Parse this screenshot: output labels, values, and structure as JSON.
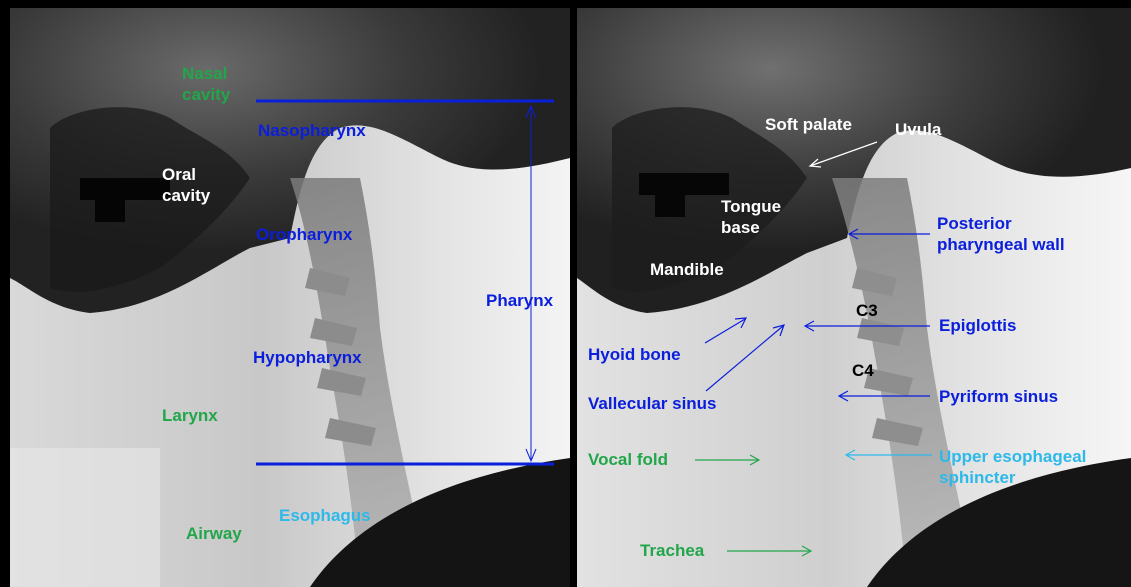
{
  "left_panel": {
    "labels": {
      "nasal_cavity": "Nasal\ncavity",
      "nasopharynx": "Nasopharynx",
      "oral_cavity": "Oral\ncavity",
      "oropharynx": "Oropharynx",
      "pharynx": "Pharynx",
      "hypopharynx": "Hypopharynx",
      "larynx": "Larynx",
      "esophagus": "Esophagus",
      "airway": "Airway"
    }
  },
  "right_panel": {
    "labels": {
      "soft_palate": "Soft palate",
      "uvula": "Uvula",
      "tongue_base": "Tongue\nbase",
      "mandible": "Mandible",
      "posterior_pharyngeal_wall": "Posterior\npharyngeal wall",
      "c3": "C3",
      "epiglottis": "Epiglottis",
      "hyoid_bone": "Hyoid bone",
      "c4": "C4",
      "vallecular_sinus": "Vallecular sinus",
      "pyriform_sinus": "Pyriform sinus",
      "vocal_fold": "Vocal fold",
      "upper_esophageal_sphincter": "Upper esophageal\nsphincter",
      "trachea": "Trachea"
    }
  },
  "colors": {
    "anatomy_blue": "#0a1edc",
    "larynx_green": "#22a64a",
    "esophagus_cyan": "#2db9ea",
    "oral_white": "#ffffff"
  }
}
